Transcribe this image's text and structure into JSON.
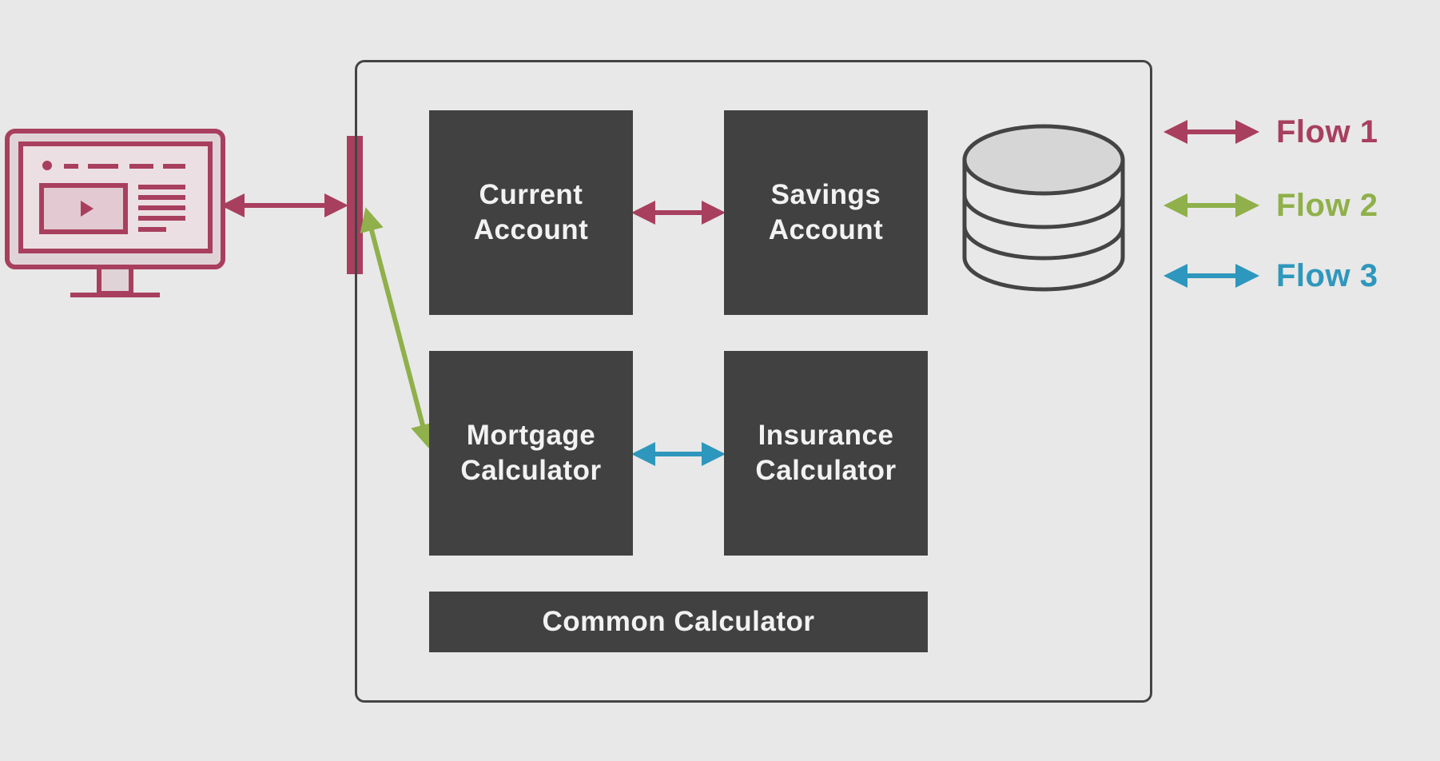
{
  "diagram": {
    "modules": {
      "current_account": "Current\nAccount",
      "savings_account": "Savings\nAccount",
      "mortgage_calculator": "Mortgage\nCalculator",
      "insurance_calculator": "Insurance\nCalculator",
      "common_calculator": "Common Calculator"
    },
    "legend": [
      {
        "label": "Flow 1",
        "color": "#a83f5f"
      },
      {
        "label": "Flow 2",
        "color": "#8fb04a"
      },
      {
        "label": "Flow 3",
        "color": "#2e97bd"
      }
    ],
    "icons": {
      "client": "browser-monitor-icon",
      "storage": "database-icon",
      "gateway": "gateway-bar"
    },
    "colors": {
      "module_fill": "#414141",
      "module_text": "#f2f2f2",
      "background": "#e8e8e8",
      "border": "#444444"
    }
  }
}
